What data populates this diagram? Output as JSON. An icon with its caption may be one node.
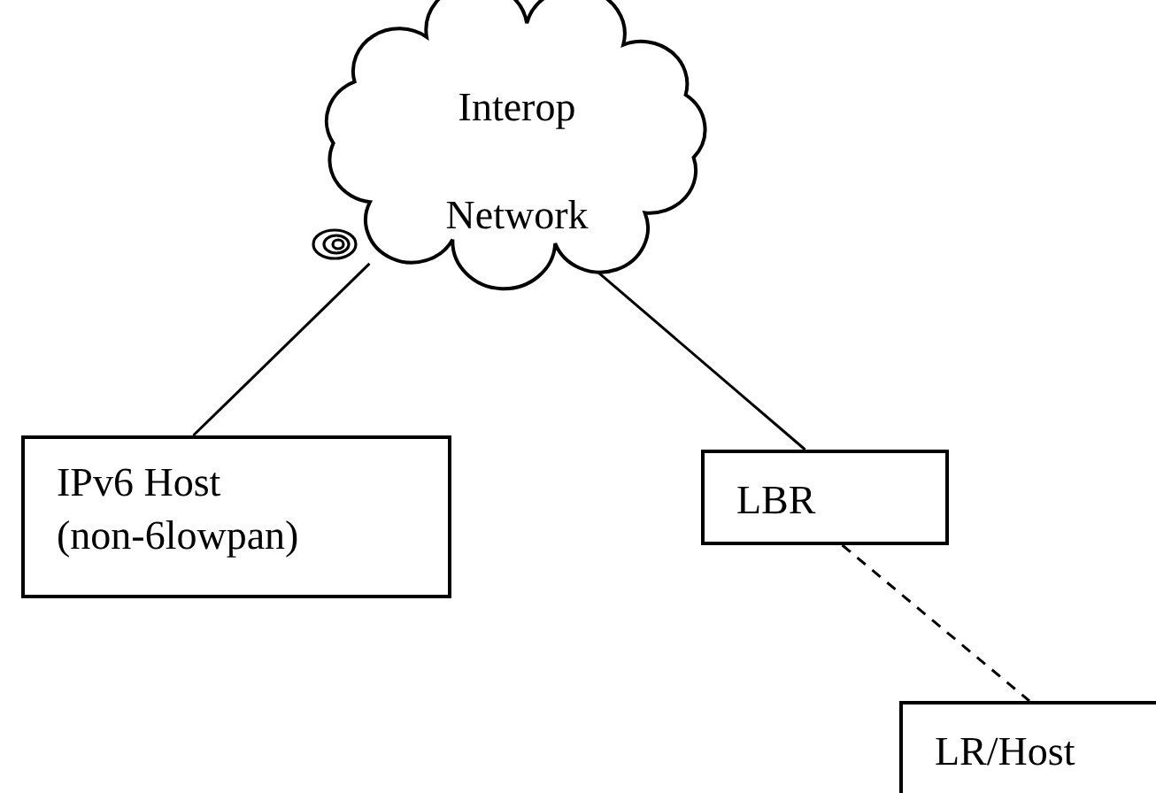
{
  "diagram": {
    "nodes": [
      {
        "text": [
          "Interop Network"
        ]
      },
      {
        "text": [
          "IPv6 Host (non-6lowpan)"
        ]
      },
      {
        "text": [
          "LBR"
        ]
      },
      {
        "text": [
          "LR/Host"
        ]
      }
    ],
    "edges": [
      {
        "from": 0,
        "to": 1,
        "arrow": "none"
      },
      {
        "from": 0,
        "to": 2,
        "arrow": "none"
      },
      {
        "from": 2,
        "to": 3,
        "arrow": "none",
        "style": "dashed"
      }
    ]
  }
}
